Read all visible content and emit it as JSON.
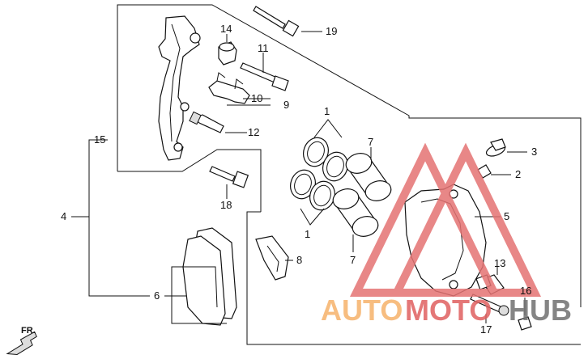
{
  "callouts": [
    {
      "id": "c1a",
      "text": "1"
    },
    {
      "id": "c1b",
      "text": "1"
    },
    {
      "id": "c2",
      "text": "2"
    },
    {
      "id": "c3",
      "text": "3"
    },
    {
      "id": "c4",
      "text": "4"
    },
    {
      "id": "c5",
      "text": "5"
    },
    {
      "id": "c6",
      "text": "6"
    },
    {
      "id": "c7a",
      "text": "7"
    },
    {
      "id": "c7b",
      "text": "7"
    },
    {
      "id": "c8",
      "text": "8"
    },
    {
      "id": "c9",
      "text": "9"
    },
    {
      "id": "c10",
      "text": "10"
    },
    {
      "id": "c11",
      "text": "11"
    },
    {
      "id": "c12",
      "text": "12"
    },
    {
      "id": "c13",
      "text": "13"
    },
    {
      "id": "c14",
      "text": "14"
    },
    {
      "id": "c15",
      "text": "15"
    },
    {
      "id": "c16",
      "text": "16"
    },
    {
      "id": "c17",
      "text": "17"
    },
    {
      "id": "c18",
      "text": "18"
    },
    {
      "id": "c19",
      "text": "19"
    }
  ],
  "direction_label": "FR.",
  "watermark": {
    "part1": "AUTO",
    "part2": "MOTO",
    "part3": "HUB",
    "color_orange": "#f6b26b",
    "color_red": "#e06060",
    "color_gray": "#707070"
  }
}
